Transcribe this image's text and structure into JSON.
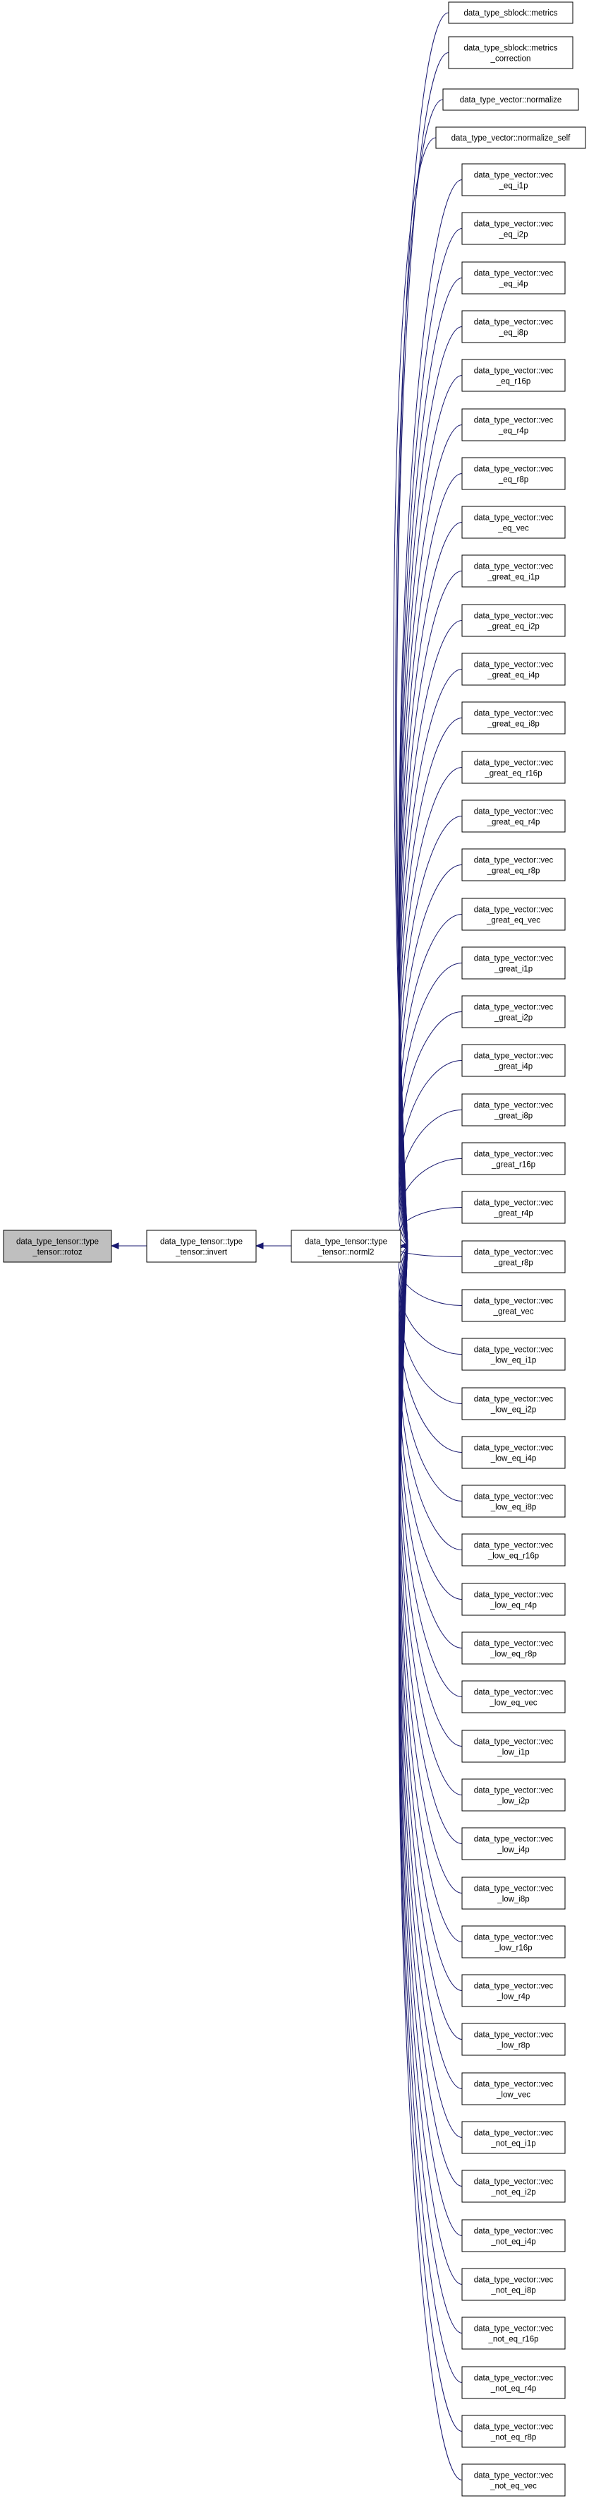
{
  "graph": {
    "root": {
      "line1": "data_type_tensor::type",
      "line2": "_tensor::rotoz",
      "fill": "#bfbfbf"
    },
    "invert": {
      "line1": "data_type_tensor::type",
      "line2": "_tensor::invert"
    },
    "norml2": {
      "line1": "data_type_tensor::type",
      "line2": "_tensor::norml2"
    },
    "callers_top": [
      {
        "line1": "data_type_sblock::metrics"
      },
      {
        "line1": "data_type_sblock::metrics",
        "line2": "_correction"
      },
      {
        "line1": "data_type_vector::normalize"
      },
      {
        "line1": "data_type_vector::normalize_self"
      }
    ],
    "callers": [
      {
        "line1": "data_type_vector::vec",
        "line2": "_eq_i1p"
      },
      {
        "line1": "data_type_vector::vec",
        "line2": "_eq_i2p"
      },
      {
        "line1": "data_type_vector::vec",
        "line2": "_eq_i4p"
      },
      {
        "line1": "data_type_vector::vec",
        "line2": "_eq_i8p"
      },
      {
        "line1": "data_type_vector::vec",
        "line2": "_eq_r16p"
      },
      {
        "line1": "data_type_vector::vec",
        "line2": "_eq_r4p"
      },
      {
        "line1": "data_type_vector::vec",
        "line2": "_eq_r8p"
      },
      {
        "line1": "data_type_vector::vec",
        "line2": "_eq_vec"
      },
      {
        "line1": "data_type_vector::vec",
        "line2": "_great_eq_i1p"
      },
      {
        "line1": "data_type_vector::vec",
        "line2": "_great_eq_i2p"
      },
      {
        "line1": "data_type_vector::vec",
        "line2": "_great_eq_i4p"
      },
      {
        "line1": "data_type_vector::vec",
        "line2": "_great_eq_i8p"
      },
      {
        "line1": "data_type_vector::vec",
        "line2": "_great_eq_r16p"
      },
      {
        "line1": "data_type_vector::vec",
        "line2": "_great_eq_r4p"
      },
      {
        "line1": "data_type_vector::vec",
        "line2": "_great_eq_r8p"
      },
      {
        "line1": "data_type_vector::vec",
        "line2": "_great_eq_vec"
      },
      {
        "line1": "data_type_vector::vec",
        "line2": "_great_i1p"
      },
      {
        "line1": "data_type_vector::vec",
        "line2": "_great_i2p"
      },
      {
        "line1": "data_type_vector::vec",
        "line2": "_great_i4p"
      },
      {
        "line1": "data_type_vector::vec",
        "line2": "_great_i8p"
      },
      {
        "line1": "data_type_vector::vec",
        "line2": "_great_r16p"
      },
      {
        "line1": "data_type_vector::vec",
        "line2": "_great_r4p"
      },
      {
        "line1": "data_type_vector::vec",
        "line2": "_great_r8p"
      },
      {
        "line1": "data_type_vector::vec",
        "line2": "_great_vec"
      },
      {
        "line1": "data_type_vector::vec",
        "line2": "_low_eq_i1p"
      },
      {
        "line1": "data_type_vector::vec",
        "line2": "_low_eq_i2p"
      },
      {
        "line1": "data_type_vector::vec",
        "line2": "_low_eq_i4p"
      },
      {
        "line1": "data_type_vector::vec",
        "line2": "_low_eq_i8p"
      },
      {
        "line1": "data_type_vector::vec",
        "line2": "_low_eq_r16p"
      },
      {
        "line1": "data_type_vector::vec",
        "line2": "_low_eq_r4p"
      },
      {
        "line1": "data_type_vector::vec",
        "line2": "_low_eq_r8p"
      },
      {
        "line1": "data_type_vector::vec",
        "line2": "_low_eq_vec"
      },
      {
        "line1": "data_type_vector::vec",
        "line2": "_low_i1p"
      },
      {
        "line1": "data_type_vector::vec",
        "line2": "_low_i2p"
      },
      {
        "line1": "data_type_vector::vec",
        "line2": "_low_i4p"
      },
      {
        "line1": "data_type_vector::vec",
        "line2": "_low_i8p"
      },
      {
        "line1": "data_type_vector::vec",
        "line2": "_low_r16p"
      },
      {
        "line1": "data_type_vector::vec",
        "line2": "_low_r4p"
      },
      {
        "line1": "data_type_vector::vec",
        "line2": "_low_r8p"
      },
      {
        "line1": "data_type_vector::vec",
        "line2": "_low_vec"
      },
      {
        "line1": "data_type_vector::vec",
        "line2": "_not_eq_i1p"
      },
      {
        "line1": "data_type_vector::vec",
        "line2": "_not_eq_i2p"
      },
      {
        "line1": "data_type_vector::vec",
        "line2": "_not_eq_i4p"
      },
      {
        "line1": "data_type_vector::vec",
        "line2": "_not_eq_i8p"
      },
      {
        "line1": "data_type_vector::vec",
        "line2": "_not_eq_r16p"
      },
      {
        "line1": "data_type_vector::vec",
        "line2": "_not_eq_r4p"
      },
      {
        "line1": "data_type_vector::vec",
        "line2": "_not_eq_r8p"
      },
      {
        "line1": "data_type_vector::vec",
        "line2": "_not_eq_vec"
      }
    ],
    "colors": {
      "edge": "#191970",
      "node_border": "#000000",
      "node_fill": "#ffffff"
    }
  }
}
